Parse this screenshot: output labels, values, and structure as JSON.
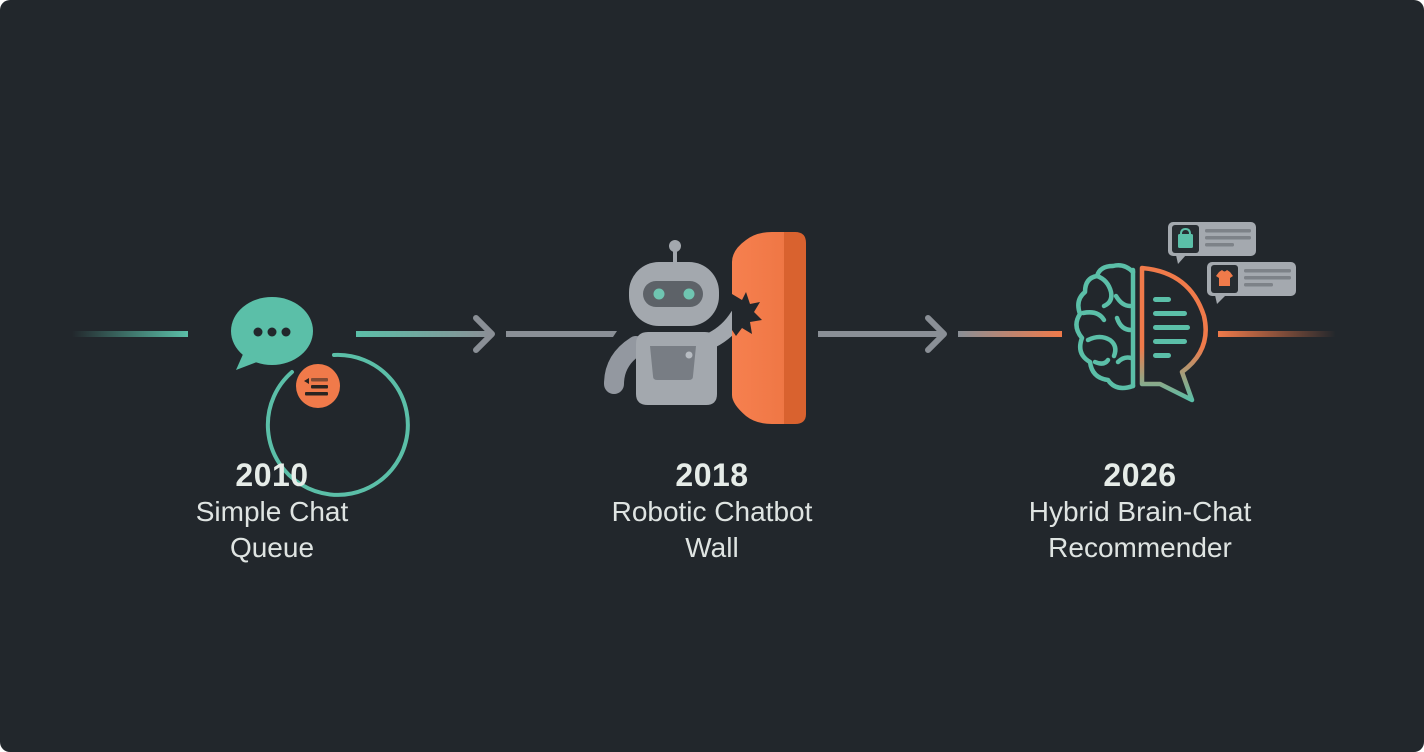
{
  "theme": {
    "background": "#22272c",
    "teal": "#5bbfa8",
    "orange": "#f07a4a",
    "gray": "#8a8f96",
    "robot_gray": "#a3a8ae",
    "text": "#e4e9e6"
  },
  "timeline": {
    "stages": [
      {
        "year": "2010",
        "caption_line1": "Simple Chat",
        "caption_line2": "Queue",
        "icon": "chat-bubble-queue-icon"
      },
      {
        "year": "2018",
        "caption_line1": "Robotic Chatbot",
        "caption_line2": "Wall",
        "icon": "robot-wall-icon"
      },
      {
        "year": "2026",
        "caption_line1": "Hybrid Brain-Chat",
        "caption_line2": "Recommender",
        "icon": "brain-chat-recommender-icon"
      }
    ],
    "connectors": [
      {
        "from": "2010",
        "to": "2018",
        "arrow": "chevron-right-icon"
      },
      {
        "from": "2018",
        "to": "2026",
        "arrow": "chevron-right-icon"
      }
    ],
    "recommendation_cards": [
      {
        "icon": "shopping-bag-icon"
      },
      {
        "icon": "t-shirt-icon"
      }
    ]
  }
}
